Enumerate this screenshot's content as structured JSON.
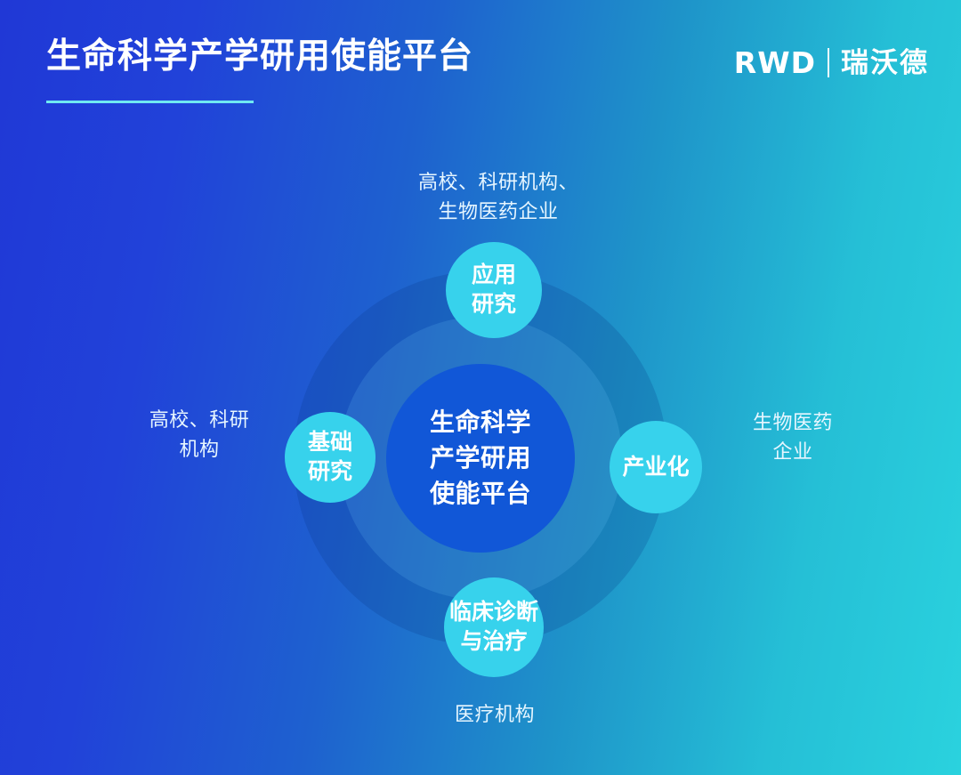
{
  "header": {
    "title": "生命科学产学研用使能平台",
    "logo_mark": "RWD",
    "logo_cn": "瑞沃德"
  },
  "diagram": {
    "core_label": "生命科学\n产学研用\n使能平台",
    "nodes": {
      "top": {
        "label": "应用\n研究",
        "caption": "高校、科研机构、\n生物医药企业"
      },
      "left": {
        "label": "基础\n研究",
        "caption": "高校、科研\n机构"
      },
      "right": {
        "label": "产业化",
        "caption": "生物医药\n企业"
      },
      "bottom": {
        "label": "临床诊断\n与治疗",
        "caption": "医疗机构"
      }
    }
  },
  "colors": {
    "gradient_start": "#2142d9",
    "gradient_end": "#29d0dd",
    "core_blue": "#1157d7",
    "node_cyan": "#37d2ec",
    "rule_cyan": "#6fe9f2",
    "text_white": "#ffffff"
  }
}
